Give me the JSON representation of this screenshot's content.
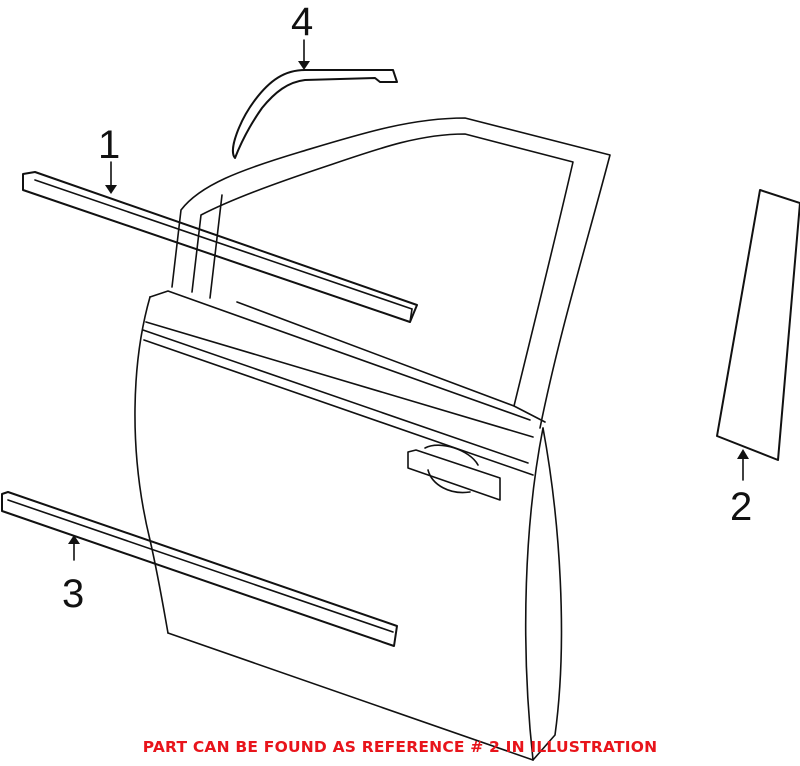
{
  "diagram": {
    "type": "exploded parts illustration",
    "subject": "Front door exterior moldings",
    "callouts": [
      {
        "number": "1",
        "part": "Belt molding (upper door strip)"
      },
      {
        "number": "2",
        "part": "B-pillar applique"
      },
      {
        "number": "3",
        "part": "Lower door body side molding"
      },
      {
        "number": "4",
        "part": "Window frame upper molding"
      }
    ],
    "components": [
      "door-shell",
      "window-frame",
      "door-handle"
    ]
  },
  "caption": {
    "text": "PART CAN BE FOUND AS REFERENCE # 2 IN ILLUSTRATION",
    "color": "#e8141b"
  },
  "colors": {
    "line": "#111111",
    "background": "#ffffff"
  }
}
